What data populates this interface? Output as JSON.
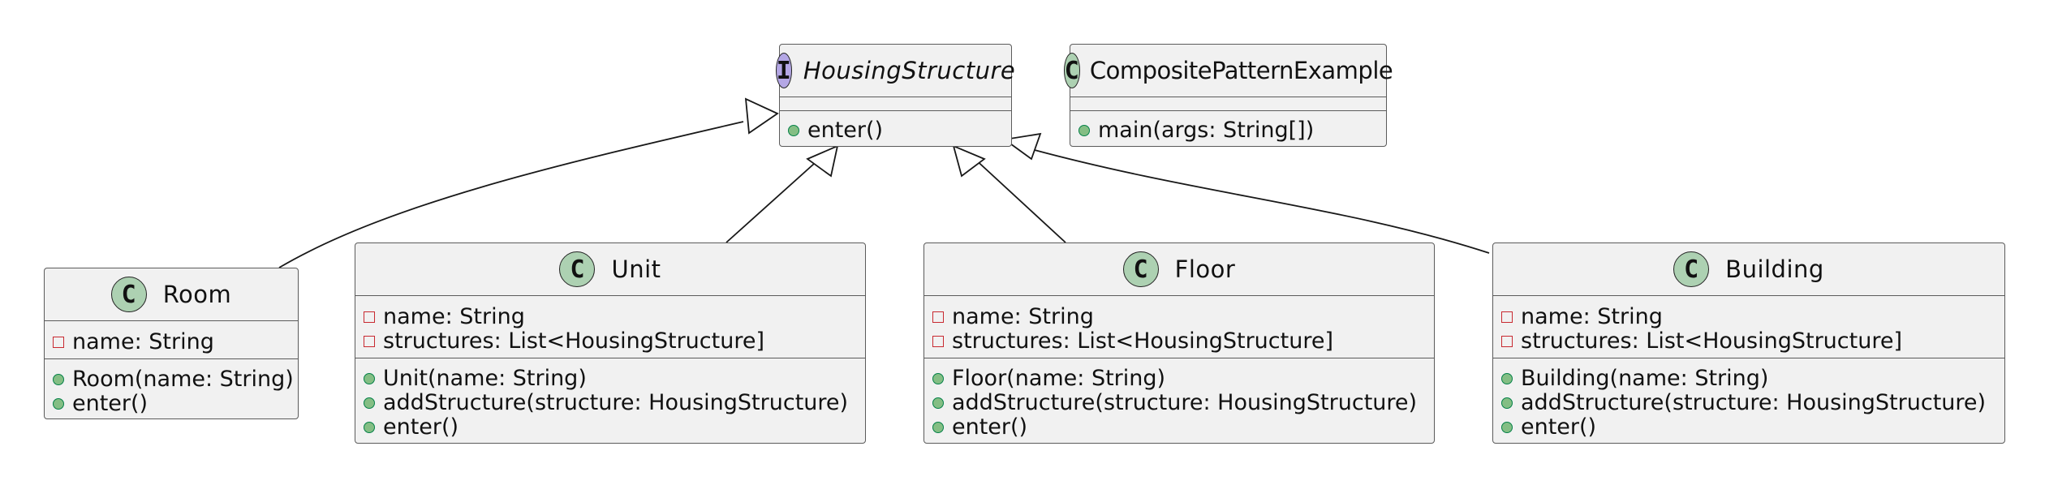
{
  "diagram": {
    "type": "uml-class-diagram",
    "colors": {
      "class_badge": "#add1b2",
      "interface_badge": "#b4a7e5",
      "box_fill": "#f1f1f1",
      "border": "#5b5b5b",
      "public_marker": "#84be84",
      "private_marker": "#c82930"
    },
    "housing_structure": {
      "kind": "interface",
      "badge": "I",
      "name": "HousingStructure",
      "methods": [
        {
          "visibility": "public",
          "text": "enter()"
        }
      ]
    },
    "composite_pattern_example": {
      "kind": "class",
      "badge": "C",
      "name": "CompositePatternExample",
      "methods": [
        {
          "visibility": "public",
          "text": "main(args: String[])"
        }
      ]
    },
    "room": {
      "kind": "class",
      "badge": "C",
      "name": "Room",
      "fields": [
        {
          "visibility": "private",
          "text": "name: String"
        }
      ],
      "methods": [
        {
          "visibility": "public",
          "text": "Room(name: String)"
        },
        {
          "visibility": "public",
          "text": "enter()"
        }
      ]
    },
    "unit": {
      "kind": "class",
      "badge": "C",
      "name": "Unit",
      "fields": [
        {
          "visibility": "private",
          "text": "name: String"
        },
        {
          "visibility": "private",
          "text": "structures: List<HousingStructure]"
        }
      ],
      "methods": [
        {
          "visibility": "public",
          "text": "Unit(name: String)"
        },
        {
          "visibility": "public",
          "text": "addStructure(structure: HousingStructure)"
        },
        {
          "visibility": "public",
          "text": "enter()"
        }
      ]
    },
    "floor": {
      "kind": "class",
      "badge": "C",
      "name": "Floor",
      "fields": [
        {
          "visibility": "private",
          "text": "name: String"
        },
        {
          "visibility": "private",
          "text": "structures: List<HousingStructure]"
        }
      ],
      "methods": [
        {
          "visibility": "public",
          "text": "Floor(name: String)"
        },
        {
          "visibility": "public",
          "text": "addStructure(structure: HousingStructure)"
        },
        {
          "visibility": "public",
          "text": "enter()"
        }
      ]
    },
    "building": {
      "kind": "class",
      "badge": "C",
      "name": "Building",
      "fields": [
        {
          "visibility": "private",
          "text": "name: String"
        },
        {
          "visibility": "private",
          "text": "structures: List<HousingStructure]"
        }
      ],
      "methods": [
        {
          "visibility": "public",
          "text": "Building(name: String)"
        },
        {
          "visibility": "public",
          "text": "addStructure(structure: HousingStructure)"
        },
        {
          "visibility": "public",
          "text": "enter()"
        }
      ]
    },
    "relations": [
      {
        "from": "Room",
        "to": "HousingStructure",
        "type": "realization"
      },
      {
        "from": "Unit",
        "to": "HousingStructure",
        "type": "realization"
      },
      {
        "from": "Floor",
        "to": "HousingStructure",
        "type": "realization"
      },
      {
        "from": "Building",
        "to": "HousingStructure",
        "type": "realization"
      }
    ]
  }
}
